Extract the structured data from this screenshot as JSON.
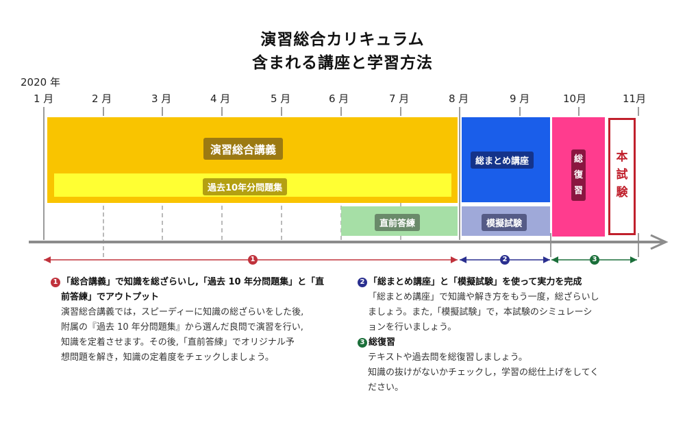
{
  "title_line1": "演習総合カリキュラム",
  "title_line2": "含まれる講座と学習方法",
  "year_label": "2020 年",
  "months": [
    "1 月",
    "2 月",
    "3 月",
    "4 月",
    "5 月",
    "6 月",
    "7 月",
    "8 月",
    "9 月",
    "10月",
    "11月"
  ],
  "bars": {
    "enshu": "演習総合講義",
    "kako": "過去10年分問題集",
    "chokuzen": "直前答練",
    "matome": "総まとめ講座",
    "mogi": "模擬試験",
    "fukushu": "総\n復\n習",
    "honshiken": "本\n試\n験"
  },
  "phases": [
    "1",
    "2",
    "3"
  ],
  "colors": {
    "yellow": "#f9c400",
    "light_yellow": "#ffff33",
    "green_light": "#a6dfa6",
    "blue": "#1a5eea",
    "blue_light": "#9fa9d9",
    "pink": "#ff3c8e",
    "red": "#c0202c",
    "phase1": "#c0323c",
    "phase2": "#2a2f8f",
    "phase3": "#1b6f3a"
  },
  "notes": {
    "n1_head_a": "「総合講義」で知識を総ざらいし,「過去 10 年分問題集」と「直",
    "n1_head_b": "前答練」でアウトプット",
    "n1_body": [
      "演習総合講義では，スピーディーに知識の総ざらいをした後,",
      "附属の『過去 10 年分問題集』から選んだ良問で演習を行い,",
      "知識を定着させます。その後,「直前答練」でオリジナル予",
      "想問題を解き，知識の定着度をチェックしましょう。"
    ],
    "n2_head": "「総まとめ講座」と「模擬試験」を使って実力を完成",
    "n2_body": [
      "「総まとめ講座」で知識や解き方をもう一度，総ざらいし",
      "ましょう。また,「模擬試験」で，本試験のシミュレーシ",
      "ョンを行いましょう。"
    ],
    "n3_head": "総復習",
    "n3_body": [
      "テキストや過去問を総復習しましょう。",
      "知識の抜けがないかチェックし，学習の総仕上げをしてく",
      "ださい。"
    ]
  }
}
